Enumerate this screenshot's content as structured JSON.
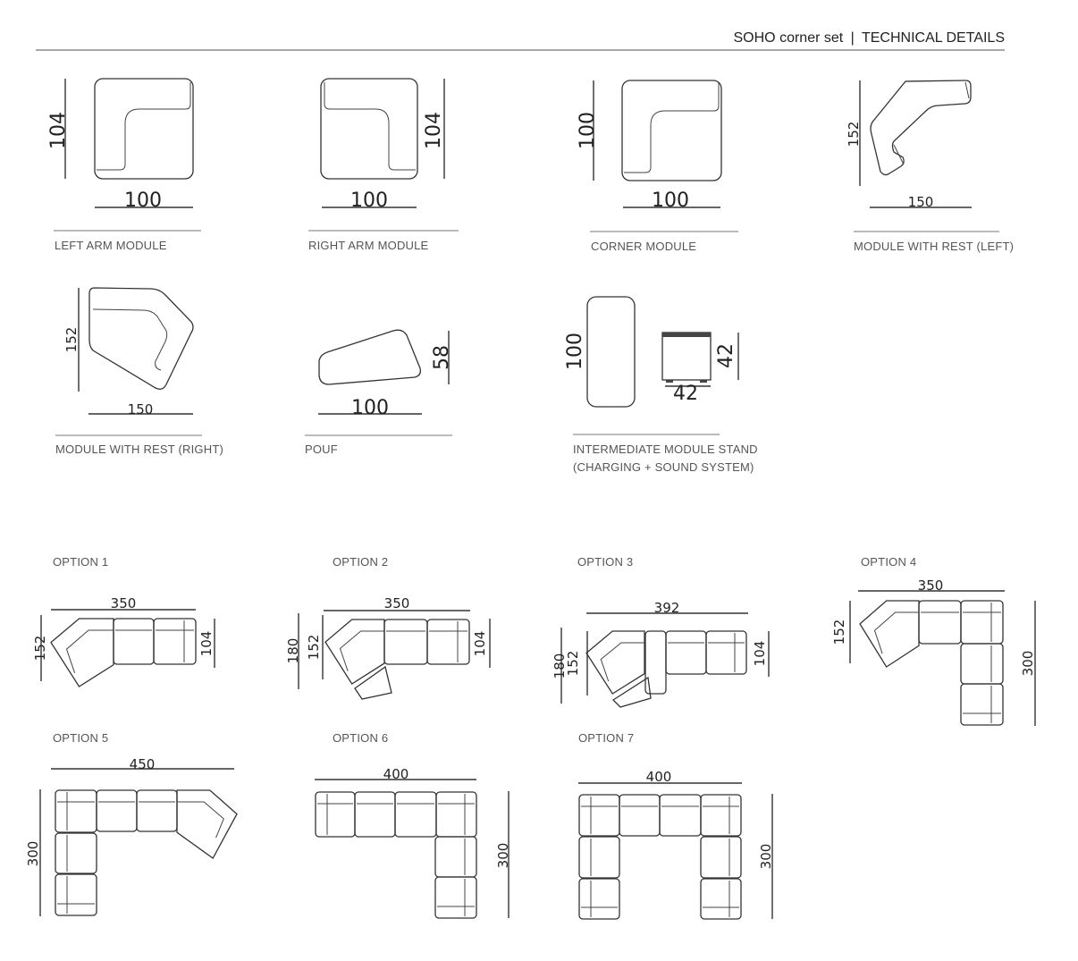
{
  "header": {
    "title": "SOHO corner set",
    "separator": "|",
    "subtitle": "TECHNICAL DETAILS"
  },
  "modules": [
    {
      "name": "LEFT ARM MODULE",
      "depth": "104",
      "width": "100"
    },
    {
      "name": "RIGHT ARM MODULE",
      "depth": "104",
      "width": "100"
    },
    {
      "name": "CORNER MODULE",
      "depth": "100",
      "width": "100"
    },
    {
      "name": "MODULE WITH REST (LEFT)",
      "depth": "152",
      "width": "150"
    },
    {
      "name": "MODULE WITH REST (RIGHT)",
      "depth": "152",
      "width": "150"
    },
    {
      "name": "POUF",
      "depth": "58",
      "width": "100"
    },
    {
      "name": "INTERMEDIATE MODULE STAND",
      "name2": "(CHARGING + SOUND SYSTEM)",
      "depth": "100",
      "side": "42",
      "width": "42"
    }
  ],
  "options": [
    {
      "label": "OPTION 1",
      "width": "350",
      "left": "152",
      "right": "104"
    },
    {
      "label": "OPTION 2",
      "width": "350",
      "left_outer": "180",
      "left": "152",
      "right": "104"
    },
    {
      "label": "OPTION 3",
      "width": "392",
      "left_outer": "180",
      "left": "152",
      "right": "104"
    },
    {
      "label": "OPTION 4",
      "width": "350",
      "left": "152",
      "right": "300"
    },
    {
      "label": "OPTION 5",
      "width": "450",
      "left": "300"
    },
    {
      "label": "OPTION 6",
      "width": "400",
      "right": "300"
    },
    {
      "label": "OPTION 7",
      "width": "400",
      "right": "300"
    }
  ]
}
